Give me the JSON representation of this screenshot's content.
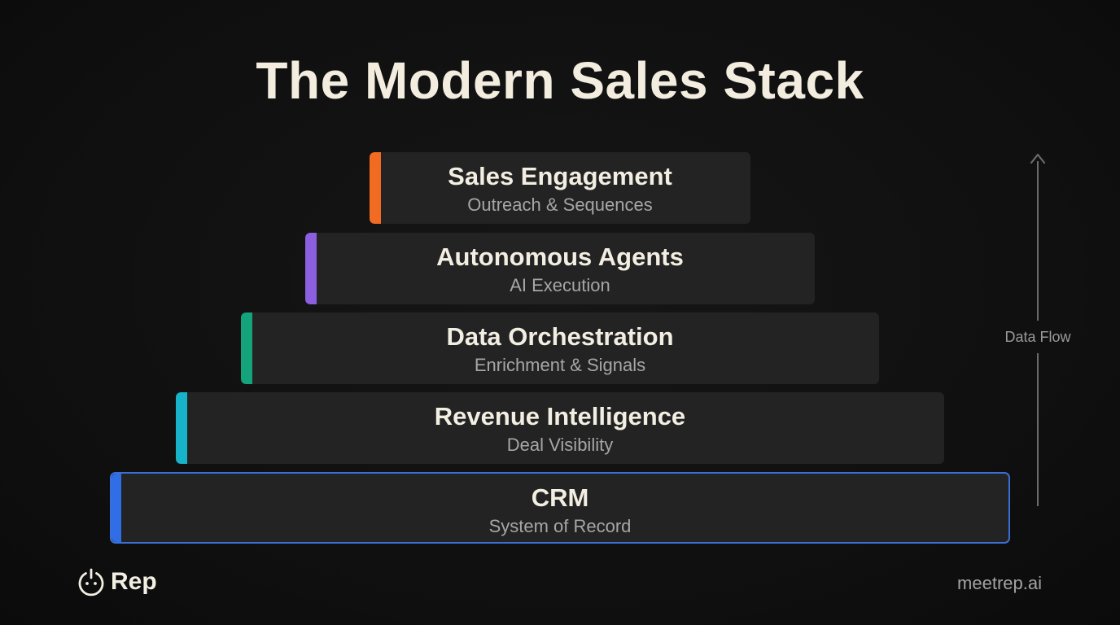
{
  "title": "The Modern Sales Stack",
  "layers": [
    {
      "name": "Sales Engagement",
      "description": "Outreach & Sequences",
      "accent_color": "#f26b22"
    },
    {
      "name": "Autonomous Agents",
      "description": "AI Execution",
      "accent_color": "#8b5fe0"
    },
    {
      "name": "Data Orchestration",
      "description": "Enrichment & Signals",
      "accent_color": "#14a37a"
    },
    {
      "name": "Revenue Intelligence",
      "description": "Deal Visibility",
      "accent_color": "#16b3c9"
    },
    {
      "name": "CRM",
      "description": "System of Record",
      "accent_color": "#2f6ee6",
      "highlight_border_color": "#3b6fd8"
    }
  ],
  "flow": {
    "label": "Data Flow",
    "direction": "up",
    "icon": "arrow-up-icon"
  },
  "footer": {
    "brand_name": "Rep",
    "brand_icon": "power-face-logo-icon",
    "website": "meetrep.ai"
  },
  "colors": {
    "background": "#111111",
    "card": "#232323",
    "title_text": "#f2eddf",
    "secondary_text": "#a6a6a6"
  }
}
